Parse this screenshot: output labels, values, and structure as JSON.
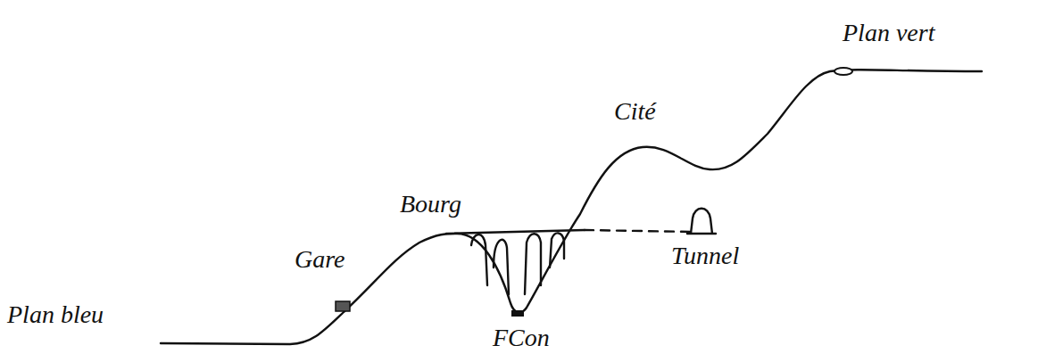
{
  "diagram": {
    "labels": [
      "Plan bleu",
      "Gare",
      "Bourg",
      "Cité",
      "Tunnel",
      "FCon",
      "Plan vert"
    ]
  }
}
